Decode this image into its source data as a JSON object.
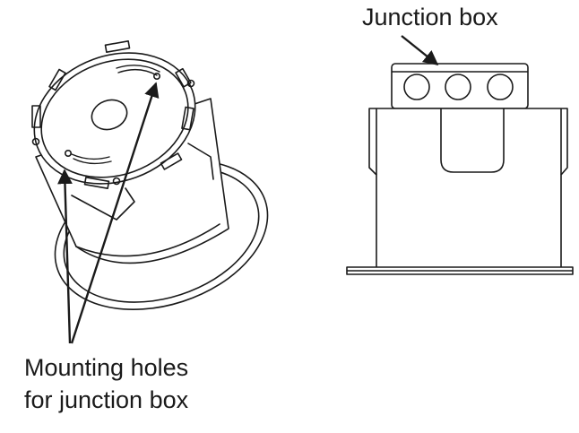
{
  "labels": {
    "junction_box": "Junction box",
    "mounting_holes_line1": "Mounting holes",
    "mounting_holes_line2": "for junction box"
  },
  "colors": {
    "line": "#1a1a1a",
    "background": "#ffffff"
  }
}
